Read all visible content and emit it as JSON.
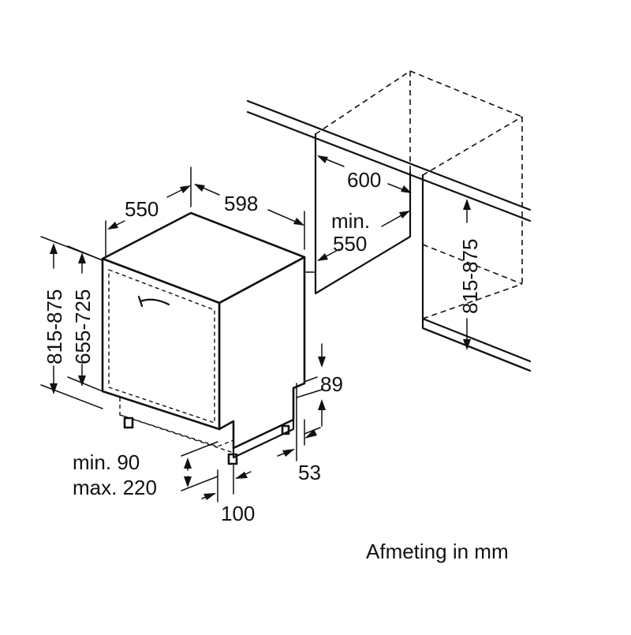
{
  "unit_note": "Afmeting in mm",
  "dimensions": {
    "depth": "550",
    "width": "598",
    "niche_width": "600",
    "niche_depth_line1": "min.",
    "niche_depth_line2": "550",
    "niche_height": "815-875",
    "appliance_height": "815-875",
    "door_height": "655-725",
    "plinth_top": "89",
    "plinth_bottom": "53",
    "plinth_min": "min. 90",
    "plinth_max": "max. 220",
    "plinth_offset": "100"
  }
}
